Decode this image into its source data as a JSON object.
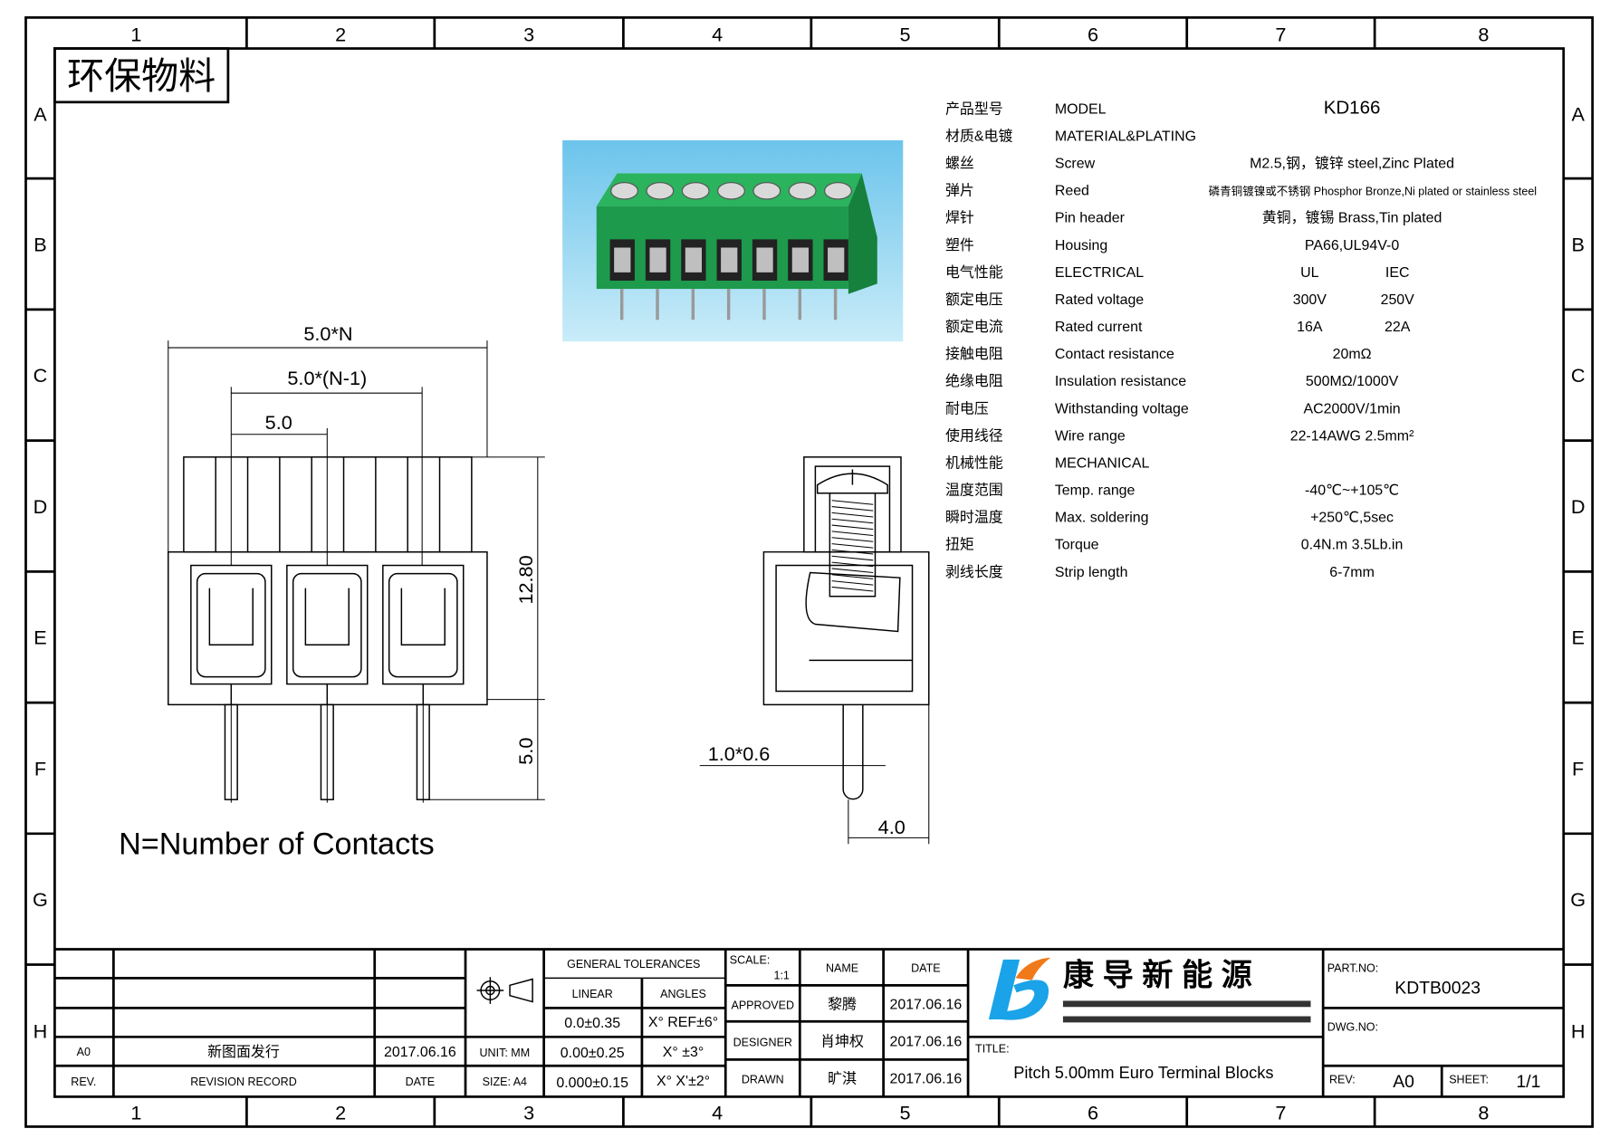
{
  "border": {
    "columns": [
      "1",
      "2",
      "3",
      "4",
      "5",
      "6",
      "7",
      "8"
    ],
    "rows": [
      "A",
      "B",
      "C",
      "D",
      "E",
      "F",
      "G",
      "H"
    ]
  },
  "stamp": "环保物料",
  "front_view": {
    "dim_total": "5.0*N",
    "dim_pitch_n1": "5.0*(N-1)",
    "dim_pitch": "5.0",
    "dim_height": "12.80",
    "dim_pin": "5.0",
    "note": "N=Number of Contacts"
  },
  "side_view": {
    "dim_pin_section": "1.0*0.6",
    "dim_width": "4.0"
  },
  "specs": [
    {
      "cn": "产品型号",
      "en": "MODEL",
      "value": "KD166"
    },
    {
      "cn": "材质&电镀",
      "en": "MATERIAL&PLATING",
      "value": ""
    },
    {
      "cn": "螺丝",
      "en": "Screw",
      "value": "M2.5,钢，镀锌 steel,Zinc Plated"
    },
    {
      "cn": "弹片",
      "en": "Reed",
      "value": "磷青铜镀镍或不锈钢 Phosphor Bronze,Ni plated or stainless steel"
    },
    {
      "cn": "焊针",
      "en": "Pin header",
      "value": "黄铜，镀锡 Brass,Tin plated"
    },
    {
      "cn": "塑件",
      "en": "Housing",
      "value": "PA66,UL94V-0"
    },
    {
      "cn": "电气性能",
      "en": "ELECTRICAL",
      "ul": "UL",
      "iec": "IEC"
    },
    {
      "cn": "额定电压",
      "en": "Rated voltage",
      "ul": "300V",
      "iec": "250V"
    },
    {
      "cn": "额定电流",
      "en": "Rated current",
      "ul": "16A",
      "iec": "22A"
    },
    {
      "cn": "接触电阻",
      "en": "Contact resistance",
      "value": "20mΩ"
    },
    {
      "cn": "绝缘电阻",
      "en": "Insulation resistance",
      "value": "500MΩ/1000V"
    },
    {
      "cn": "耐电压",
      "en": "Withstanding voltage",
      "value": "AC2000V/1min"
    },
    {
      "cn": "使用线径",
      "en": "Wire range",
      "value": "22-14AWG 2.5mm²"
    },
    {
      "cn": "机械性能",
      "en": "MECHANICAL",
      "value": ""
    },
    {
      "cn": "温度范围",
      "en": "Temp. range",
      "value": "-40℃~+105℃"
    },
    {
      "cn": "瞬时温度",
      "en": "Max. soldering",
      "value": "+250℃,5sec"
    },
    {
      "cn": "扭矩",
      "en": "Torque",
      "value": "0.4N.m  3.5Lb.in"
    },
    {
      "cn": "剥线长度",
      "en": "Strip length",
      "value": "6-7mm"
    }
  ],
  "title_block": {
    "revision": {
      "rev": "A0",
      "record": "新图面发行",
      "date": "2017.06.16",
      "h_rev": "REV.",
      "h_record": "REVISION RECORD",
      "h_date": "DATE"
    },
    "unit": "UNIT: MM",
    "size": "SIZE: A4",
    "tolerances": {
      "title": "GENERAL TOLERANCES",
      "linear": "LINEAR",
      "angles": "ANGLES",
      "rows": [
        [
          "0.0±0.35",
          "X° REF±6°"
        ],
        [
          "0.00±0.25",
          "X° ±3°"
        ],
        [
          "0.000±0.15",
          "X° X'±2°"
        ]
      ]
    },
    "scale_label": "SCALE:",
    "scale": "1:1",
    "name_h": "NAME",
    "date_h": "DATE",
    "people": [
      {
        "role": "APPROVED",
        "name": "黎腾",
        "date": "2017.06.16"
      },
      {
        "role": "DESIGNER",
        "name": "肖坤权",
        "date": "2017.06.16"
      },
      {
        "role": "DRAWN",
        "name": "旷淇",
        "date": "2017.06.16"
      }
    ],
    "company": "康 导 新 能 源",
    "title_label": "TITLE:",
    "title": "Pitch 5.00mm Euro Terminal Blocks",
    "part_label": "PART.NO:",
    "part_no": "KDTB0023",
    "dwg_label": "DWG.NO:",
    "rev_label": "REV:",
    "rev": "A0",
    "sheet_label": "SHEET:",
    "sheet": "1/1"
  },
  "colors": {
    "housing": "#1e9a4c",
    "photo_bg": "#8fd3f0",
    "logo_blue": "#1aa3e8",
    "logo_orange": "#f07a1a"
  }
}
